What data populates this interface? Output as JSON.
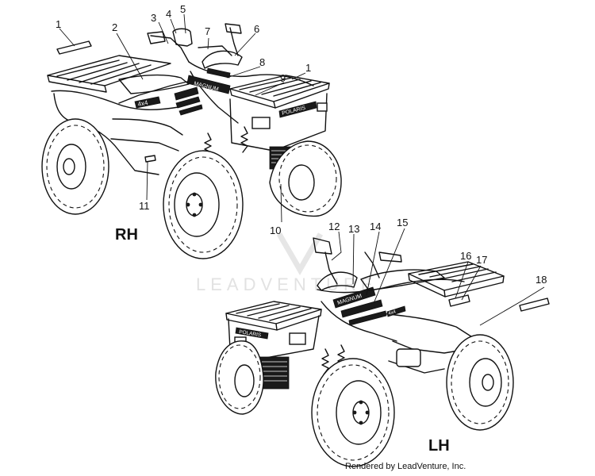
{
  "callouts": {
    "rh": [
      "1",
      "2",
      "3",
      "4",
      "5",
      "7",
      "6",
      "8",
      "1",
      "9",
      "11",
      "10"
    ],
    "lh": [
      "12",
      "13",
      "14",
      "15",
      "16",
      "17",
      "18"
    ]
  },
  "views": {
    "rh": "RH",
    "lh": "LH"
  },
  "watermark": "LEADVENTURE",
  "credit": "Rendered by LeadVenture, Inc."
}
